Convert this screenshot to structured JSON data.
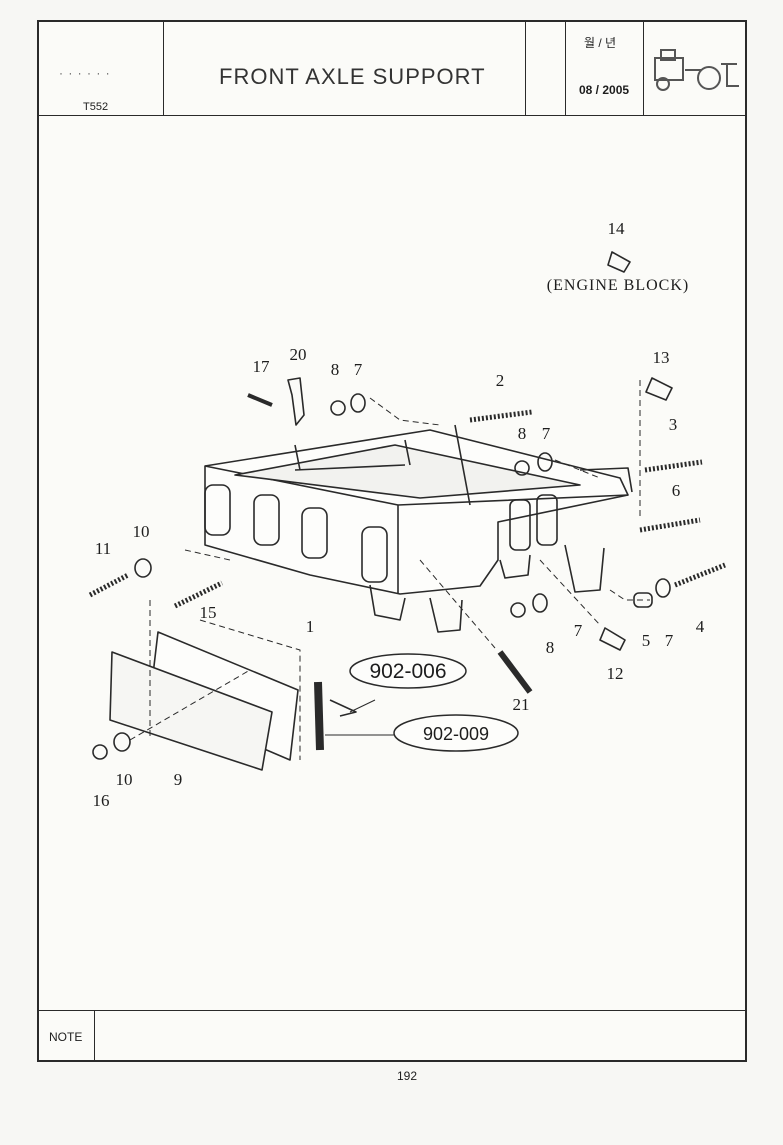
{
  "header": {
    "model": "T552",
    "title": "FRONT AXLE SUPPORT",
    "date_label": "월 / 년",
    "date": "08 / 2005"
  },
  "diagram": {
    "caption": "(ENGINE BLOCK)",
    "references": [
      "902-006",
      "902-009"
    ],
    "callouts": [
      "1",
      "2",
      "3",
      "4",
      "5",
      "6",
      "7",
      "7",
      "7",
      "7",
      "8",
      "8",
      "8",
      "9",
      "10",
      "10",
      "11",
      "12",
      "13",
      "14",
      "15",
      "16",
      "17",
      "20",
      "21"
    ]
  },
  "footer": {
    "note_label": "NOTE",
    "page_number": "192"
  },
  "colors": {
    "line": "#2a2a2a",
    "paper": "#f7f7f4"
  }
}
